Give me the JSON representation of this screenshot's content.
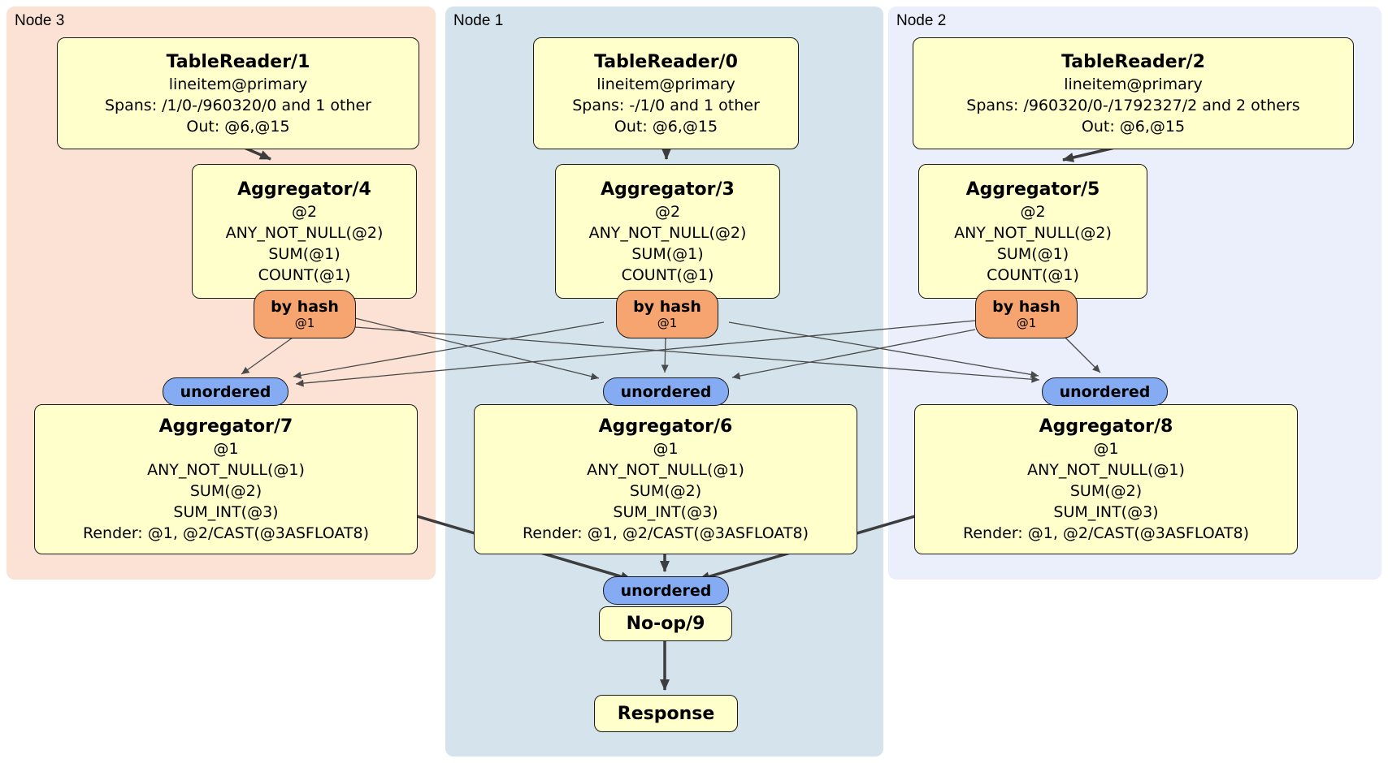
{
  "diagram": {
    "regions": [
      {
        "label": "Node 3",
        "color": "#fbe2d4"
      },
      {
        "label": "Node 1",
        "color": "#d4e3ec"
      },
      {
        "label": "Node 2",
        "color": "#eaeffb"
      }
    ],
    "colors": {
      "processor_fill": "#ffffcc",
      "router_fill": "#f6a470",
      "stream_fill": "#85abf2",
      "edge": "#3d3d3d"
    }
  },
  "processors": {
    "tr1": {
      "title": "TableReader/1",
      "lines": [
        "lineitem@primary",
        "Spans: /1/0-/960320/0 and 1 other",
        "Out: @6,@15"
      ]
    },
    "tr0": {
      "title": "TableReader/0",
      "lines": [
        "lineitem@primary",
        "Spans: -/1/0 and 1 other",
        "Out: @6,@15"
      ]
    },
    "tr2": {
      "title": "TableReader/2",
      "lines": [
        "lineitem@primary",
        "Spans: /960320/0-/1792327/2 and 2 others",
        "Out: @6,@15"
      ]
    },
    "agg4": {
      "title": "Aggregator/4",
      "lines": [
        "@2",
        "ANY_NOT_NULL(@2)",
        "SUM(@1)",
        "COUNT(@1)"
      ]
    },
    "agg3": {
      "title": "Aggregator/3",
      "lines": [
        "@2",
        "ANY_NOT_NULL(@2)",
        "SUM(@1)",
        "COUNT(@1)"
      ]
    },
    "agg5": {
      "title": "Aggregator/5",
      "lines": [
        "@2",
        "ANY_NOT_NULL(@2)",
        "SUM(@1)",
        "COUNT(@1)"
      ]
    },
    "agg7": {
      "title": "Aggregator/7",
      "lines": [
        "@1",
        "ANY_NOT_NULL(@1)",
        "SUM(@2)",
        "SUM_INT(@3)",
        "Render: @1, @2/CAST(@3ASFLOAT8)"
      ]
    },
    "agg6": {
      "title": "Aggregator/6",
      "lines": [
        "@1",
        "ANY_NOT_NULL(@1)",
        "SUM(@2)",
        "SUM_INT(@3)",
        "Render: @1, @2/CAST(@3ASFLOAT8)"
      ]
    },
    "agg8": {
      "title": "Aggregator/8",
      "lines": [
        "@1",
        "ANY_NOT_NULL(@1)",
        "SUM(@2)",
        "SUM_INT(@3)",
        "Render: @1, @2/CAST(@3ASFLOAT8)"
      ]
    },
    "noop": {
      "title": "No-op/9"
    },
    "response": {
      "title": "Response"
    }
  },
  "router": {
    "label": "by hash",
    "sub": "@1"
  },
  "stream": {
    "label": "unordered"
  }
}
